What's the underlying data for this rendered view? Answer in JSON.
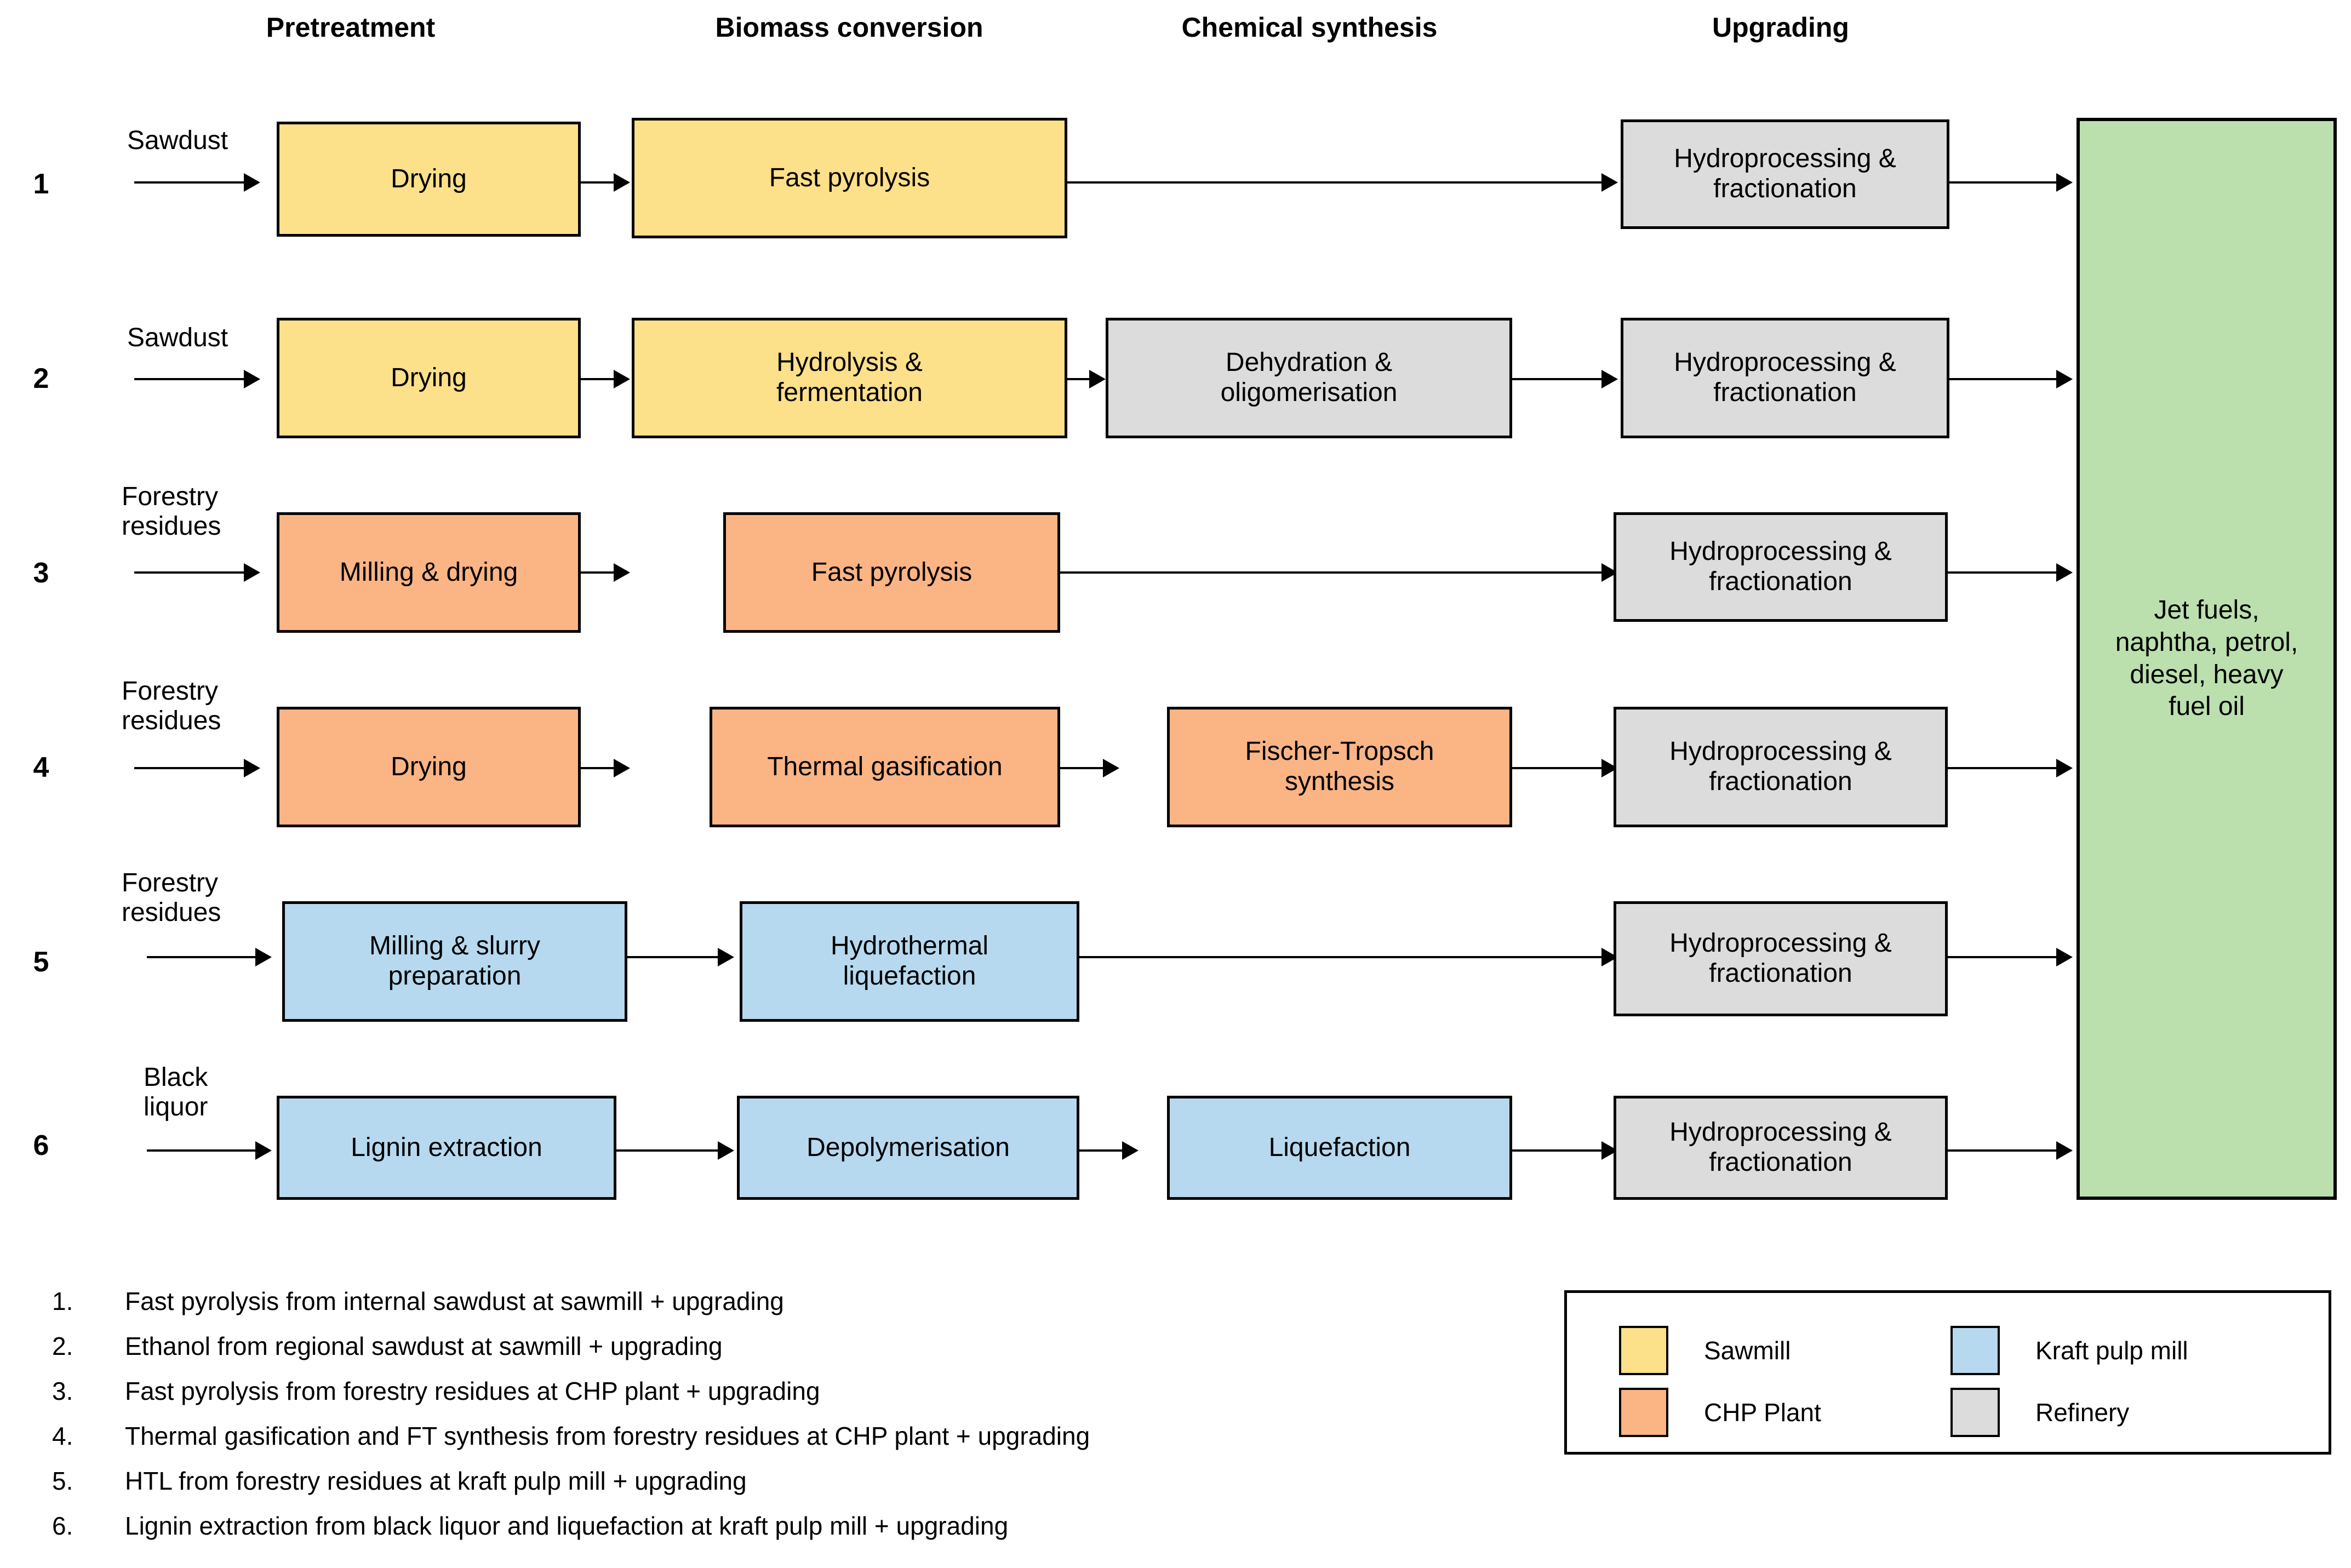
{
  "columns": [
    {
      "label": "Pretreatment"
    },
    {
      "label": "Biomass conversion"
    },
    {
      "label": "Chemical synthesis"
    },
    {
      "label": "Upgrading"
    }
  ],
  "rows": [
    {
      "number": "1",
      "feedstock": "Sawdust",
      "steps": [
        {
          "label": "Drying",
          "category": "sawmill"
        },
        {
          "label": "Fast pyrolysis",
          "category": "sawmill"
        },
        {
          "label": "",
          "category": "none"
        },
        {
          "label": "Hydroprocessing &\nfractionation",
          "category": "refinery"
        }
      ]
    },
    {
      "number": "2",
      "feedstock": "Sawdust",
      "steps": [
        {
          "label": "Drying",
          "category": "sawmill"
        },
        {
          "label": "Hydrolysis &\nfermentation",
          "category": "sawmill"
        },
        {
          "label": "Dehydration &\noligomerisation",
          "category": "refinery"
        },
        {
          "label": "Hydroprocessing &\nfractionation",
          "category": "refinery"
        }
      ]
    },
    {
      "number": "3",
      "feedstock": "Forestry\nresidues",
      "steps": [
        {
          "label": "Milling  & drying",
          "category": "chp"
        },
        {
          "label": "Fast pyrolysis",
          "category": "chp"
        },
        {
          "label": "",
          "category": "none"
        },
        {
          "label": "Hydroprocessing &\nfractionation",
          "category": "refinery"
        }
      ]
    },
    {
      "number": "4",
      "feedstock": "Forestry\nresidues",
      "steps": [
        {
          "label": "Drying",
          "category": "chp"
        },
        {
          "label": "Thermal gasification",
          "category": "chp"
        },
        {
          "label": "Fischer-Tropsch\nsynthesis",
          "category": "chp"
        },
        {
          "label": "Hydroprocessing &\nfractionation",
          "category": "refinery"
        }
      ]
    },
    {
      "number": "5",
      "feedstock": "Forestry\nresidues",
      "steps": [
        {
          "label": "Milling & slurry\npreparation",
          "category": "kraft"
        },
        {
          "label": "Hydrothermal\nliquefaction",
          "category": "kraft"
        },
        {
          "label": "",
          "category": "none"
        },
        {
          "label": "Hydroprocessing &\nfractionation",
          "category": "refinery"
        }
      ]
    },
    {
      "number": "6",
      "feedstock": "Black\nliquor",
      "steps": [
        {
          "label": "Lignin extraction",
          "category": "kraft"
        },
        {
          "label": "Depolymerisation",
          "category": "kraft"
        },
        {
          "label": "Liquefaction",
          "category": "kraft"
        },
        {
          "label": "Hydroprocessing &\nfractionation",
          "category": "refinery"
        }
      ]
    }
  ],
  "product": {
    "label": "Jet fuels,\nnaphtha, petrol,\ndiesel, heavy\nfuel oil"
  },
  "notes": [
    {
      "num": "1.",
      "text": "Fast pyrolysis from internal sawdust at sawmill + upgrading"
    },
    {
      "num": "2.",
      "text": "Ethanol from regional sawdust at sawmill + upgrading"
    },
    {
      "num": "3.",
      "text": "Fast pyrolysis from forestry residues at CHP plant + upgrading"
    },
    {
      "num": "4.",
      "text": "Thermal gasification and FT synthesis from forestry residues at CHP plant + upgrading"
    },
    {
      "num": "5.",
      "text": "HTL from forestry residues at kraft pulp mill + upgrading"
    },
    {
      "num": "6.",
      "text": "Lignin extraction from black liquor and liquefaction at kraft pulp mill + upgrading"
    }
  ],
  "legend": [
    {
      "label": "Sawmill",
      "color": "#fde08a"
    },
    {
      "label": "CHP Plant",
      "color": "#fbb484"
    },
    {
      "label": "Kraft pulp mill",
      "color": "#b6d9ef"
    },
    {
      "label": "Refinery",
      "color": "#dcdcdc"
    }
  ],
  "colors": {
    "sawmill": "#fde08a",
    "chp": "#fbb484",
    "kraft": "#b6d9ef",
    "refinery": "#dcdcdc",
    "product": "#bbe0ae",
    "stroke": "#000000"
  }
}
